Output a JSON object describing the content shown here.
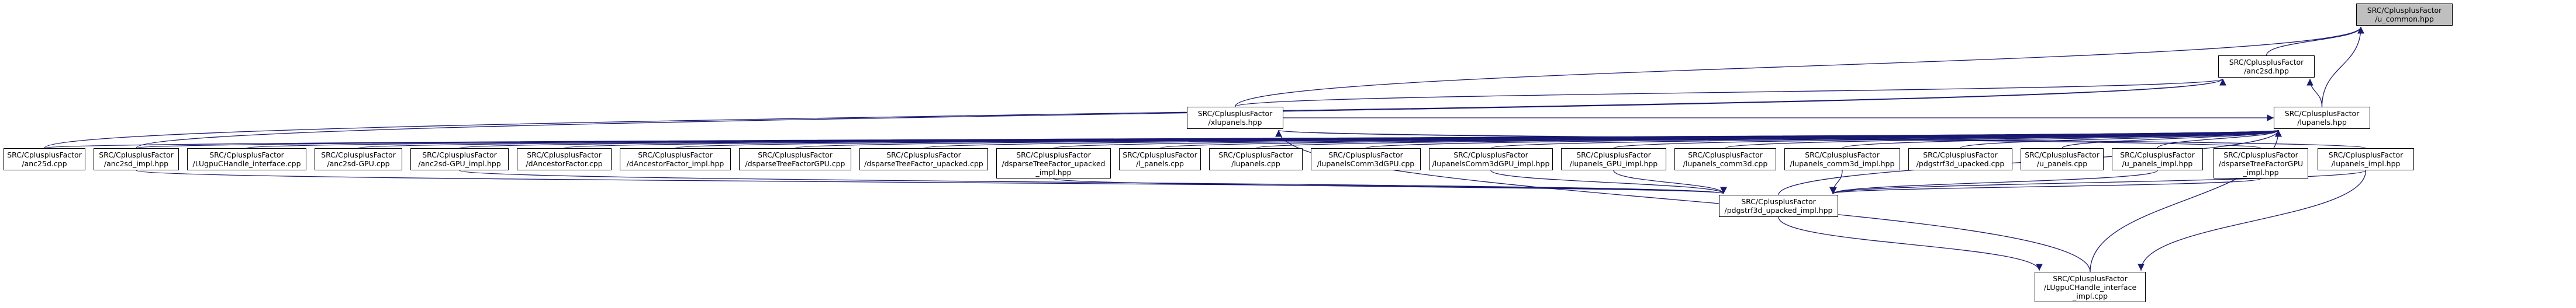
{
  "colors": {
    "edge": "#191970",
    "root_fill": "#bfbfbf",
    "node_fill": "#ffffff",
    "node_border": "#000000"
  },
  "nodes": [
    {
      "id": "u_common",
      "lines": [
        "SRC/CplusplusFactor",
        "/u_common.hpp"
      ],
      "root": true
    },
    {
      "id": "anc2sd_hpp",
      "lines": [
        "SRC/CplusplusFactor",
        "/anc2sd.hpp"
      ]
    },
    {
      "id": "lupanels_hpp",
      "lines": [
        "SRC/CplusplusFactor",
        "/lupanels.hpp"
      ]
    },
    {
      "id": "xlupanels_hpp",
      "lines": [
        "SRC/CplusplusFactor",
        "/xlupanels.hpp"
      ]
    },
    {
      "id": "anc25d_cpp",
      "lines": [
        "SRC/CplusplusFactor",
        "/anc25d.cpp"
      ]
    },
    {
      "id": "anc2sd_impl",
      "lines": [
        "SRC/CplusplusFactor",
        "/anc2sd_impl.hpp"
      ]
    },
    {
      "id": "lugpu_handle",
      "lines": [
        "SRC/CplusplusFactor",
        "/LUgpuCHandle_interface.cpp"
      ]
    },
    {
      "id": "anc2sd_gpu_cpp",
      "lines": [
        "SRC/CplusplusFactor",
        "/anc2sd-GPU.cpp"
      ]
    },
    {
      "id": "anc2sd_gpu_impl",
      "lines": [
        "SRC/CplusplusFactor",
        "/anc2sd-GPU_impl.hpp"
      ]
    },
    {
      "id": "dancestor_cpp",
      "lines": [
        "SRC/CplusplusFactor",
        "/dAncestorFactor.cpp"
      ]
    },
    {
      "id": "dancestor_impl",
      "lines": [
        "SRC/CplusplusFactor",
        "/dAncestorFactor_impl.hpp"
      ]
    },
    {
      "id": "dsparse_gpu_cpp",
      "lines": [
        "SRC/CplusplusFactor",
        "/dsparseTreeFactorGPU.cpp"
      ]
    },
    {
      "id": "dsparse_upacked_cpp",
      "lines": [
        "SRC/CplusplusFactor",
        "/dsparseTreeFactor_upacked.cpp"
      ]
    },
    {
      "id": "dsparse_upacked_impl",
      "lines": [
        "SRC/CplusplusFactor",
        "/dsparseTreeFactor_upacked",
        "_impl.hpp"
      ]
    },
    {
      "id": "l_panels_cpp",
      "lines": [
        "SRC/CplusplusFactor",
        "/l_panels.cpp"
      ]
    },
    {
      "id": "lupanels_cpp",
      "lines": [
        "SRC/CplusplusFactor",
        "/lupanels.cpp"
      ]
    },
    {
      "id": "lupanels_comm3dgpu_cpp",
      "lines": [
        "SRC/CplusplusFactor",
        "/lupanelsComm3dGPU.cpp"
      ]
    },
    {
      "id": "lupanels_comm3dgpu_impl",
      "lines": [
        "SRC/CplusplusFactor",
        "/lupanelsComm3dGPU_impl.hpp"
      ]
    },
    {
      "id": "lupanels_gpu_impl",
      "lines": [
        "SRC/CplusplusFactor",
        "/lupanels_GPU_impl.hpp"
      ]
    },
    {
      "id": "lupanels_comm3d_cpp",
      "lines": [
        "SRC/CplusplusFactor",
        "/lupanels_comm3d.cpp"
      ]
    },
    {
      "id": "lupanels_comm3d_impl",
      "lines": [
        "SRC/CplusplusFactor",
        "/lupanels_comm3d_impl.hpp"
      ]
    },
    {
      "id": "pdgstrf3d_upacked_cpp",
      "lines": [
        "SRC/CplusplusFactor",
        "/pdgstrf3d_upacked.cpp"
      ]
    },
    {
      "id": "u_panels_cpp",
      "lines": [
        "SRC/CplusplusFactor",
        "/u_panels.cpp"
      ]
    },
    {
      "id": "u_panels_impl",
      "lines": [
        "SRC/CplusplusFactor",
        "/u_panels_impl.hpp"
      ]
    },
    {
      "id": "dsparse_gpu_impl",
      "lines": [
        "SRC/CplusplusFactor",
        "/dsparseTreeFactorGPU",
        "_impl.hpp"
      ]
    },
    {
      "id": "lupanels_impl",
      "lines": [
        "SRC/CplusplusFactor",
        "/lupanels_impl.hpp"
      ]
    },
    {
      "id": "pdgstrf3d_upacked_impl",
      "lines": [
        "SRC/CplusplusFactor",
        "/pdgstrf3d_upacked_impl.hpp"
      ]
    },
    {
      "id": "lugpu_handle_impl",
      "lines": [
        "SRC/CplusplusFactor",
        "/LUgpuCHandle_interface",
        "_impl.cpp"
      ]
    }
  ],
  "edges": [
    [
      "anc2sd_hpp",
      "u_common"
    ],
    [
      "lupanels_hpp",
      "u_common"
    ],
    [
      "xlupanels_hpp",
      "u_common"
    ],
    [
      "lupanels_hpp",
      "anc2sd_hpp"
    ],
    [
      "anc25d_cpp",
      "anc2sd_hpp"
    ],
    [
      "anc2sd_impl",
      "anc2sd_hpp"
    ],
    [
      "xlupanels_hpp",
      "anc2sd_hpp"
    ],
    [
      "anc25d_cpp",
      "lupanels_hpp"
    ],
    [
      "anc2sd_impl",
      "lupanels_hpp"
    ],
    [
      "lugpu_handle",
      "lupanels_hpp"
    ],
    [
      "anc2sd_gpu_cpp",
      "lupanels_hpp"
    ],
    [
      "anc2sd_gpu_impl",
      "lupanels_hpp"
    ],
    [
      "dancestor_cpp",
      "lupanels_hpp"
    ],
    [
      "dancestor_impl",
      "lupanels_hpp"
    ],
    [
      "dsparse_gpu_cpp",
      "lupanels_hpp"
    ],
    [
      "dsparse_upacked_cpp",
      "lupanels_hpp"
    ],
    [
      "dsparse_upacked_impl",
      "lupanels_hpp"
    ],
    [
      "l_panels_cpp",
      "lupanels_hpp"
    ],
    [
      "lupanels_cpp",
      "lupanels_hpp"
    ],
    [
      "lupanels_comm3dgpu_cpp",
      "lupanels_hpp"
    ],
    [
      "lupanels_comm3dgpu_impl",
      "lupanels_hpp"
    ],
    [
      "lupanels_gpu_impl",
      "lupanels_hpp"
    ],
    [
      "lupanels_comm3d_cpp",
      "lupanels_hpp"
    ],
    [
      "lupanels_comm3d_impl",
      "lupanels_hpp"
    ],
    [
      "pdgstrf3d_upacked_cpp",
      "lupanels_hpp"
    ],
    [
      "u_panels_cpp",
      "lupanels_hpp"
    ],
    [
      "u_panels_impl",
      "lupanels_hpp"
    ],
    [
      "xlupanels_hpp",
      "lupanels_hpp"
    ],
    [
      "pdgstrf3d_upacked_impl",
      "lupanels_hpp"
    ],
    [
      "lugpu_handle_impl",
      "lupanels_hpp"
    ],
    [
      "dsparse_gpu_impl",
      "xlupanels_hpp"
    ],
    [
      "lupanels_impl",
      "xlupanels_hpp"
    ],
    [
      "lugpu_handle_impl",
      "xlupanels_hpp"
    ],
    [
      "anc2sd_impl",
      "pdgstrf3d_upacked_impl"
    ],
    [
      "dsparse_upacked_impl",
      "pdgstrf3d_upacked_impl"
    ],
    [
      "lupanels_comm3dgpu_impl",
      "pdgstrf3d_upacked_impl"
    ],
    [
      "lupanels_gpu_impl",
      "pdgstrf3d_upacked_impl"
    ],
    [
      "lupanels_comm3d_impl",
      "pdgstrf3d_upacked_impl"
    ],
    [
      "u_panels_impl",
      "pdgstrf3d_upacked_impl"
    ],
    [
      "dsparse_gpu_impl",
      "pdgstrf3d_upacked_impl"
    ],
    [
      "lupanels_impl",
      "pdgstrf3d_upacked_impl"
    ],
    [
      "anc2sd_gpu_impl",
      "pdgstrf3d_upacked_impl"
    ],
    [
      "pdgstrf3d_upacked_impl",
      "lugpu_handle_impl"
    ],
    [
      "lupanels_impl",
      "lugpu_handle_impl"
    ]
  ]
}
